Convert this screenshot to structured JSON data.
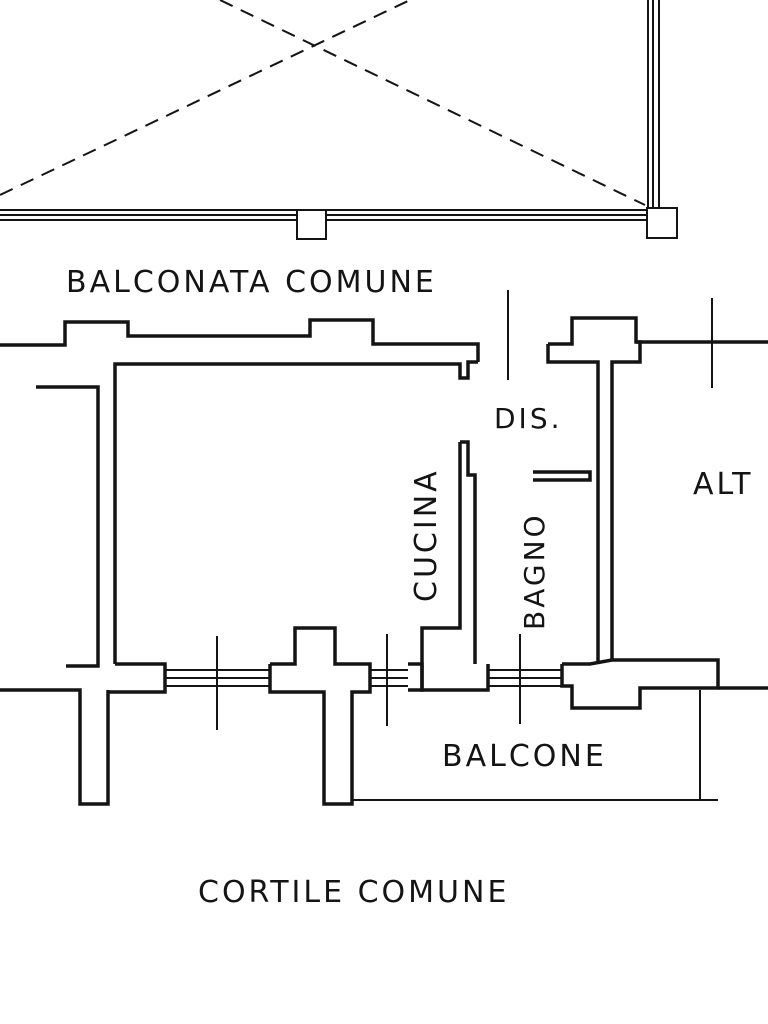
{
  "plan": {
    "line_color": "#141414",
    "background": "#ffffff",
    "labels": {
      "balconata": "BALCONATA COMUNE",
      "dis": "DIS.",
      "cucina": "CUCINA",
      "bagno": "BAGNO",
      "altro": "ALT",
      "balcone": "BALCONE",
      "cortile": "CORTILE COMUNE"
    }
  }
}
